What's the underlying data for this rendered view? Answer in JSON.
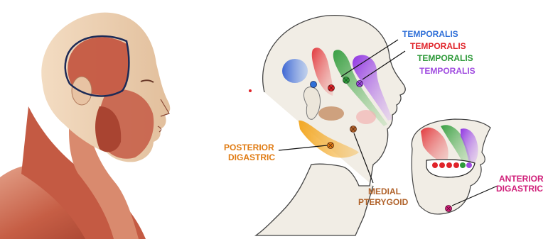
{
  "labels": {
    "temporalis_blue": "TEMPORALIS",
    "temporalis_red": "TEMPORALIS",
    "temporalis_green": "TEMPORALIS",
    "temporalis_purple": "TEMPORALIS",
    "posterior_digastric_1": "POSTERIOR",
    "posterior_digastric_2": "DIGASTRIC",
    "medial_pterygoid_1": "MEDIAL",
    "medial_pterygoid_2": "PTERYGOID",
    "anterior_digastric_1": "ANTERIOR",
    "anterior_digastric_2": "DIGASTRIC"
  },
  "colors": {
    "blue": "#2f6fd8",
    "red": "#e0242a",
    "green": "#2e9a3a",
    "purple": "#a04ce0",
    "orange": "#e07b12",
    "brown": "#b0622a",
    "magenta": "#d0207a",
    "muscle": "#c9634c",
    "skin": "#e8c9a8",
    "head_fill": "#f2eee6",
    "outline_navy": "#1c2a57"
  }
}
